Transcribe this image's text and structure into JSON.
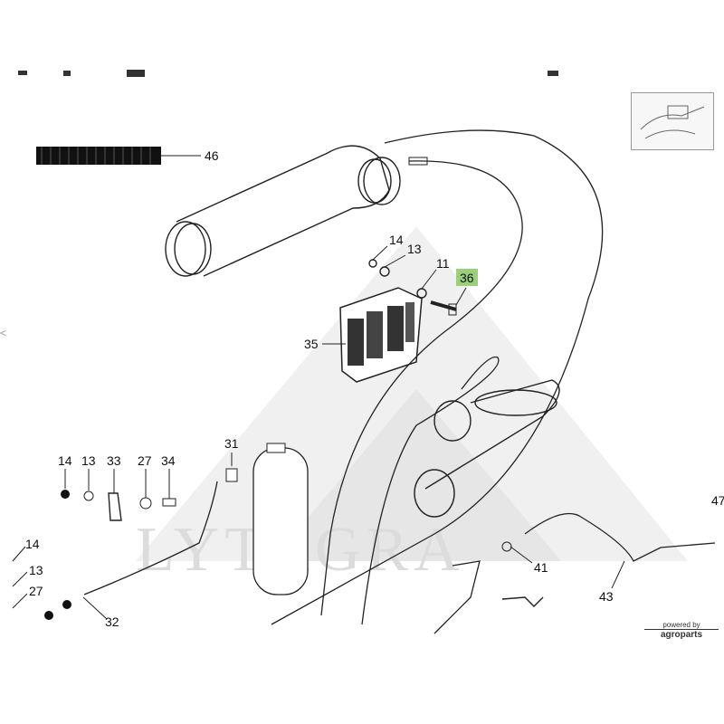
{
  "callouts": {
    "c46": "46",
    "c14a": "14",
    "c13a": "13",
    "c11": "11",
    "c36": "36",
    "c35": "35",
    "c31": "31",
    "c14b": "14",
    "c13b": "13",
    "c33": "33",
    "c27a": "27",
    "c34": "34",
    "c14c": "14",
    "c13c": "13",
    "c27b": "27",
    "c32": "32",
    "c41": "41",
    "c43": "43",
    "c47": "47"
  },
  "highlight_color": "#9bcf7e",
  "watermark": "LYTAGRA",
  "badge": {
    "powered_by": "powered by",
    "brand": "agroparts"
  }
}
